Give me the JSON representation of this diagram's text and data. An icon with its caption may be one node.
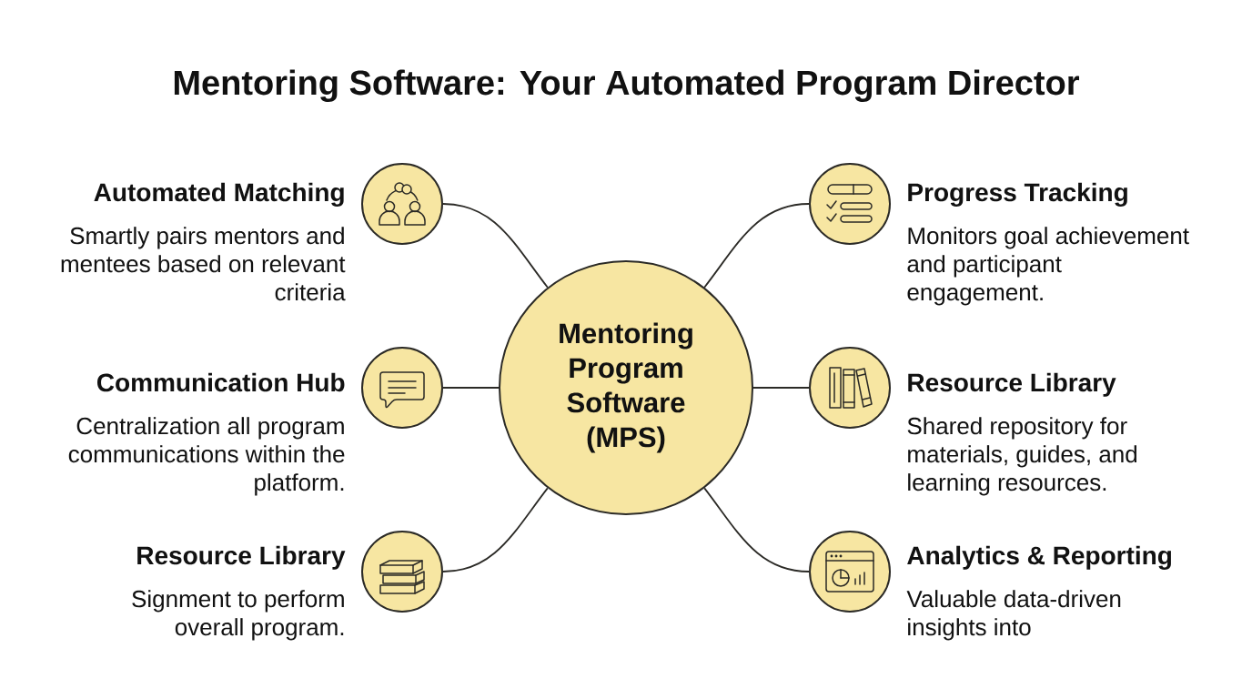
{
  "diagram": {
    "title": "Mentoring Software: Your Automated Program Director",
    "nodes": [
      {
        "text": [
          "Mentoring Program Software (MPS)"
        ]
      },
      {
        "text": [
          "Automated Matching",
          "Smartly pairs mentors and mentees based on relevant criteria"
        ]
      },
      {
        "text": [
          "Communication Hub",
          "Centralization all program communications within the platform."
        ]
      },
      {
        "text": [
          "Resource Library",
          "Signment to perform overall program."
        ]
      },
      {
        "text": [
          "Progress Tracking",
          "Monitors goal achievement and participant engagement."
        ]
      },
      {
        "text": [
          "Resource Library",
          "Shared repository for materials, guides, and learning resources."
        ]
      },
      {
        "text": [
          "Analytics & Reporting",
          "Valuable data-driven insights into"
        ]
      }
    ],
    "edges": [
      {
        "from": 0,
        "to": 1,
        "arrow": "none"
      },
      {
        "from": 0,
        "to": 2,
        "arrow": "none"
      },
      {
        "from": 0,
        "to": 3,
        "arrow": "none"
      },
      {
        "from": 0,
        "to": 4,
        "arrow": "none"
      },
      {
        "from": 0,
        "to": 5,
        "arrow": "none"
      },
      {
        "from": 0,
        "to": 6,
        "arrow": "none"
      }
    ]
  }
}
